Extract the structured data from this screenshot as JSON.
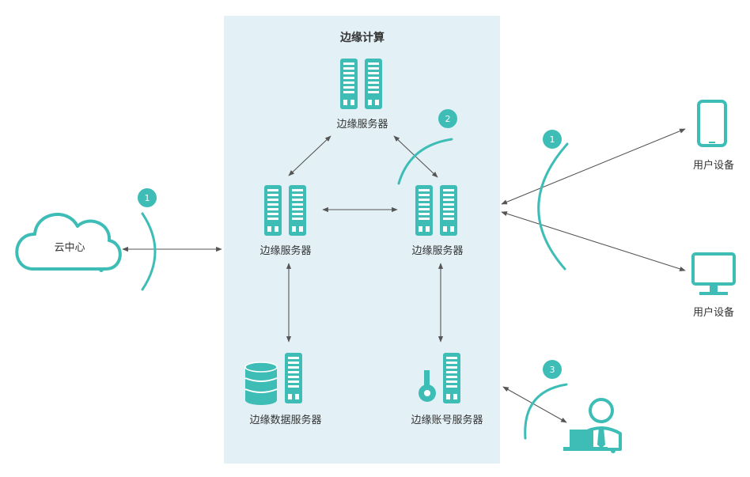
{
  "panel": {
    "title": "边缘计算"
  },
  "nodes": {
    "server_top": "边缘服务器",
    "server_left": "边缘服务器",
    "server_right": "边缘服务器",
    "data_server": "边缘数据服务器",
    "account_server": "边缘账号服务器",
    "cloud": "云中心",
    "device_tablet": "用户设备",
    "device_monitor": "用户设备"
  },
  "badges": {
    "cloud_link": "1",
    "server_link": "2",
    "device_link": "1",
    "user_link": "3"
  },
  "colors": {
    "accent": "#3dbdb6",
    "panel": "#e3f1f6",
    "arrow": "#555555"
  }
}
